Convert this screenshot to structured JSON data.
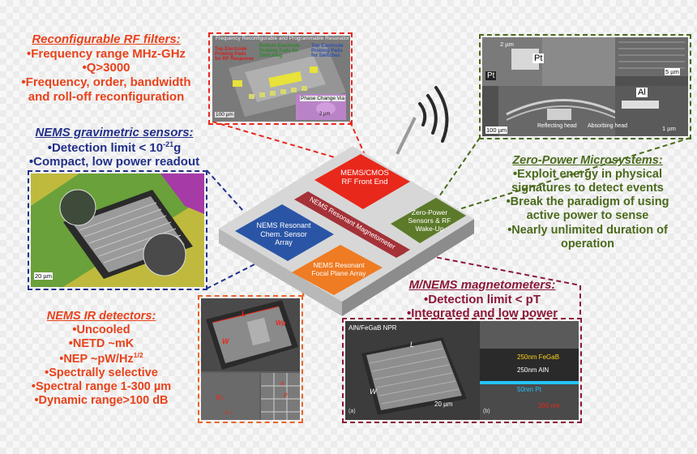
{
  "rf_filters": {
    "title": "Reconfigurable RF filters:",
    "items": [
      "•Frequency range MHz-GHz",
      "•Q>3000",
      "•Frequency, order, bandwidth",
      "and roll-off reconfiguration"
    ]
  },
  "gravimetric": {
    "title": "NEMS gravimetric sensors:",
    "item1_pre": "•Detection limit < 10",
    "item1_sup": "-21",
    "item1_post": "g",
    "item2": "•Compact, low power readout"
  },
  "ir": {
    "title": "NEMS IR detectors:",
    "items": [
      "•Uncooled",
      "•NETD ~mK"
    ],
    "nep_pre": "•NEP ~pW/Hz",
    "nep_sup": "1/2",
    "items2": [
      "•Spectrally selective",
      "•Spectral range 1-300 µm",
      "•Dynamic range>100 dB"
    ]
  },
  "zero_power": {
    "title": "Zero-Power Microsystems:",
    "items": [
      "•Exploit energy in physical",
      "signatures to detect events",
      "•Break the paradigm of using",
      "active power to sense",
      "•Nearly unlimited duration of",
      "operation"
    ]
  },
  "magnetometers": {
    "title": "M/NEMS magnetometers:",
    "items": [
      "•Detection limit < pT",
      "•Integrated and low power"
    ]
  },
  "chip": {
    "mems_cmos": [
      "MEMS/CMOS",
      "RF Front End"
    ],
    "zero_power": [
      "Zero-Power",
      "Sensors & RF",
      "Wake-Up"
    ],
    "chem": [
      "NEMS Resonant",
      "Chem. Sensor",
      "Array"
    ],
    "magneto": "NEMS Resonant Magnetometer",
    "focal": [
      "NEMS Resonant",
      "Focal Plane Array"
    ]
  },
  "rf_image": {
    "header": "Frequency Reconfigurable and Programmable Resonator",
    "top_left": "Top Electrode Probing Pads for RF Response",
    "top_mid": "Bottom Electrode Probing Pads for Switching",
    "top_right": "Top Electrode Probing Pads for Switches",
    "phase": "Phase Change Via",
    "scale": "100 µm",
    "scale2": "2 µm"
  },
  "zp_image": {
    "pt1": "Pt",
    "pt2": "Pt",
    "al": "Al",
    "s1": "2 µm",
    "s2": "5 µm",
    "s3": "100 µm",
    "s4": "1 µm",
    "reflect": "Reflecting head",
    "absorb": "Absorbing head"
  },
  "grav_image": {
    "scale": "20 µm"
  },
  "ir_image": {
    "L": "L",
    "W": "W",
    "Wp": "Wp",
    "W2": "Wₛ",
    "Lb": "Lₛ",
    "a": "a",
    "p": "p"
  },
  "mag_image": {
    "label": "AlN/FeGaB NPR",
    "L": "L",
    "W": "W",
    "scale_a": "20 µm",
    "fegab": "250nm FeGaB",
    "aln": "250nm AlN",
    "pt": "50nm Pt",
    "scale_b": "200 nm",
    "a": "(a)",
    "b": "(b)"
  }
}
